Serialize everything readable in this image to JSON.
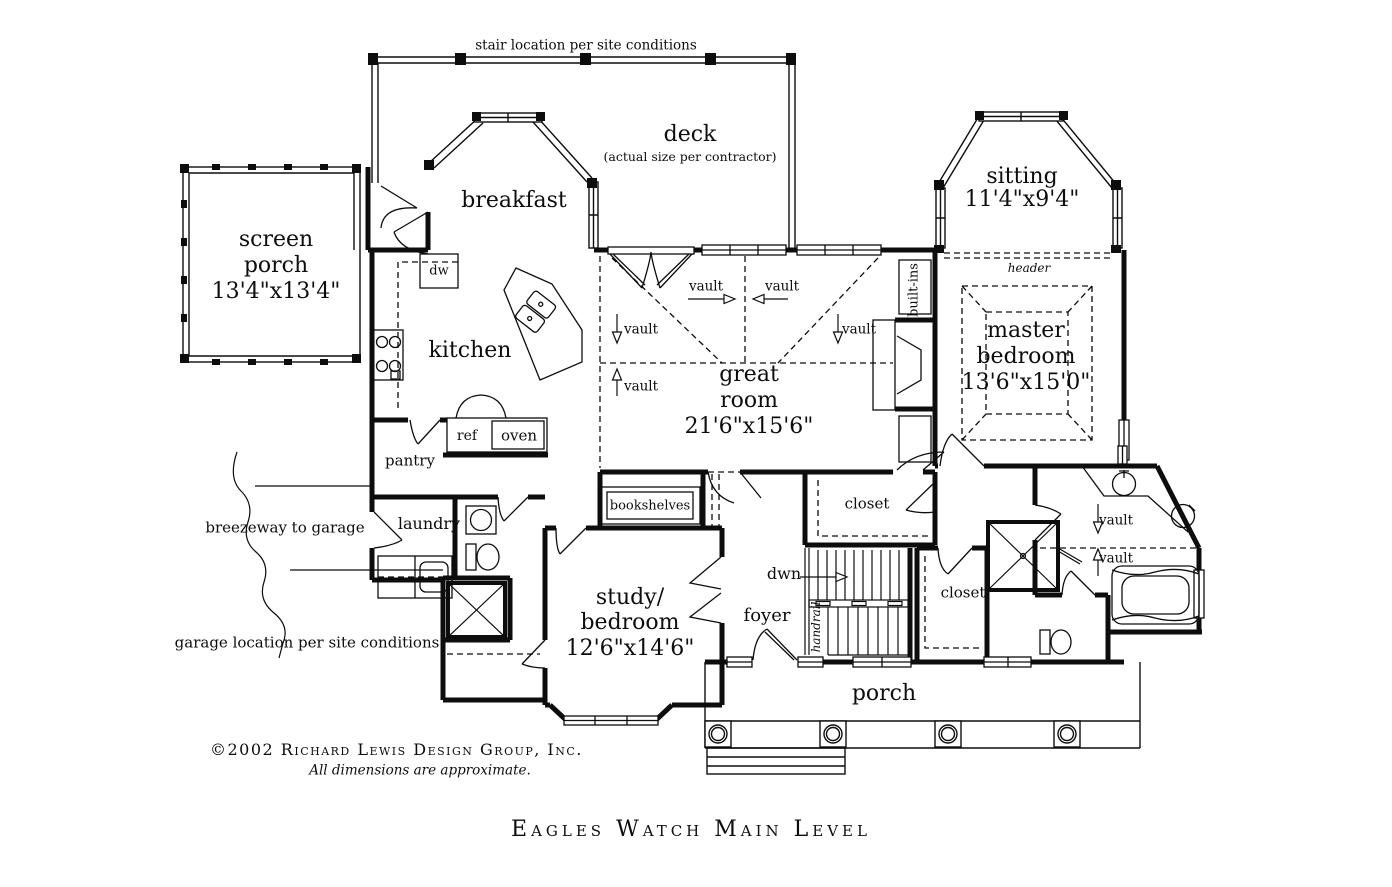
{
  "notes": {
    "stair": "stair location per site conditions",
    "deck_size": "(actual size per contractor)",
    "breezeway": "breezeway to garage",
    "garage": "garage location per site conditions",
    "header": "header",
    "handrail": "handrail",
    "built_ins": "built-ins",
    "down": "dwn",
    "vault": "vault"
  },
  "rooms": {
    "deck": "deck",
    "breakfast": "breakfast",
    "kitchen": "kitchen",
    "pantry": "pantry",
    "laundry": "laundry",
    "foyer": "foyer",
    "porch": "porch",
    "closet": "closet",
    "bookshelves": "bookshelves",
    "sitting": {
      "l1": "sitting",
      "dims": "11'4\"x9'4\""
    },
    "screen_porch": {
      "l1": "screen",
      "l2": "porch",
      "dims": "13'4\"x13'4\""
    },
    "great_room": {
      "l1": "great",
      "l2": "room",
      "dims": "21'6\"x15'6\""
    },
    "master_bedroom": {
      "l1": "master",
      "l2": "bedroom",
      "dims": "13'6\"x15'0\""
    },
    "study_bedroom": {
      "l1": "study/",
      "l2": "bedroom",
      "dims": "12'6\"x14'6\""
    }
  },
  "appliances": {
    "dw": "dw",
    "ref": "ref",
    "oven": "oven"
  },
  "footer": {
    "copyright": "©2002 Richard Lewis Design Group, Inc.",
    "disclaimer": "All dimensions are approximate.",
    "title": "Eagles Watch Main Level"
  },
  "colors": {
    "ink": "#0d0d0d",
    "paper": "#ffffff"
  }
}
